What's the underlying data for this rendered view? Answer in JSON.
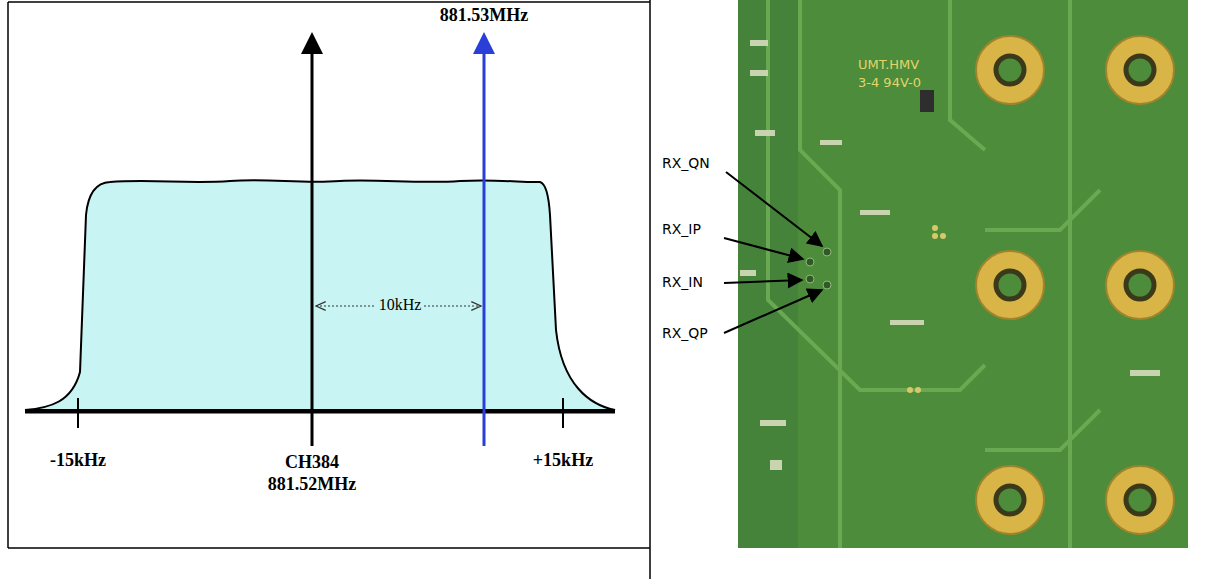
{
  "diagram": {
    "labels": [
      "881.53MHz",
      "10kHz",
      "-15kHz",
      "CH384",
      "881.52MHz",
      "+15kHz",
      "RX_QN",
      "RX_IP",
      "RX_IN",
      "RX_QP",
      "UMT.HMV",
      "3-4 94V-0"
    ]
  }
}
